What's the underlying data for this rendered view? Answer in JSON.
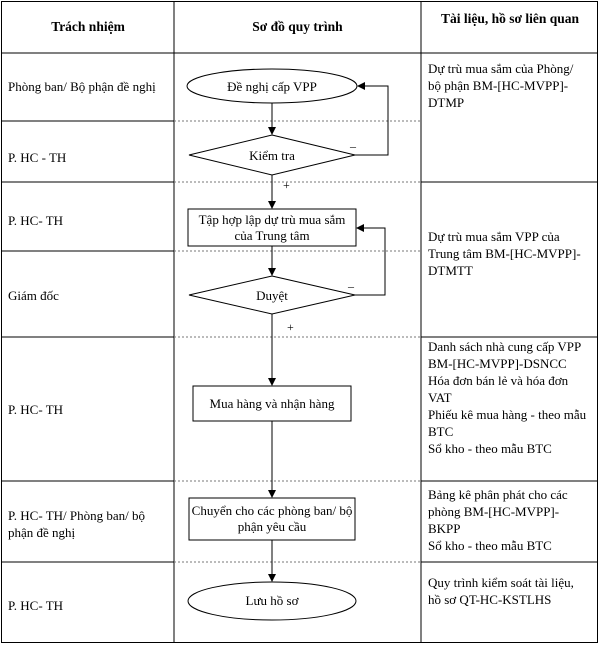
{
  "headers": {
    "responsibility": "Trách nhiệm",
    "process": "Sơ đồ quy trình",
    "documents": "Tài liệu, hồ sơ liên quan"
  },
  "responsibilities": [
    "Phòng ban/ Bộ phận đề nghị",
    "P. HC - TH",
    "P. HC- TH",
    "Giám đốc",
    "P. HC- TH",
    "P. HC- TH/ Phòng ban/ bộ phận đề nghị",
    "P. HC- TH"
  ],
  "nodes": {
    "request": "Đề nghị cấp VPP",
    "check": "Kiểm tra",
    "compile": "Tập hợp lập dự trù mua sắm của Trung tâm",
    "approve": "Duyệt",
    "purchase": "Mua hàng và nhận hàng",
    "transfer": "Chuyển cho các phòng ban/ bộ phận yêu cầu",
    "archive": "Lưu hồ sơ"
  },
  "signs": {
    "check_no": "–",
    "check_yes": "+",
    "approve_no": "–",
    "approve_yes": "+"
  },
  "documents": {
    "doc1": [
      "Dự trù mua sắm của Phòng/ bộ phận BM-[HC-MVPP]-DTMP"
    ],
    "doc2": [
      "Dự trù mua sắm VPP của Trung tâm BM-[HC-MVPP]-DTMTT"
    ],
    "doc3": [
      "Danh sách nhà cung cấp VPP BM-[HC-MVPP]-DSNCC",
      "Hóa đơn bán lẻ và hóa đơn VAT",
      "Phiếu kê mua hàng - theo mẫu BTC",
      "Sổ kho - theo mẫu BTC"
    ],
    "doc4": [
      "Bảng kê phân phát cho các phòng BM-[HC-MVPP]-BKPP",
      "Sổ kho - theo mẫu BTC"
    ],
    "doc5": [
      "Quy trình kiểm soát tài liệu, hồ sơ QT-HC-KSTLHS"
    ]
  }
}
